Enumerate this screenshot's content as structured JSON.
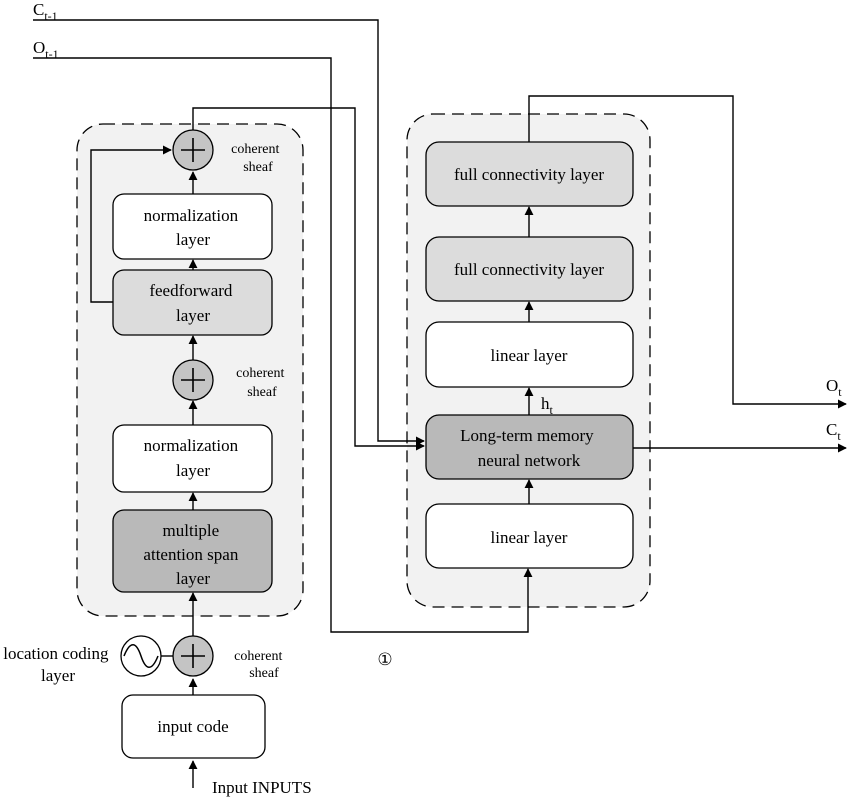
{
  "inputs": {
    "c_prev": {
      "main": "C",
      "sub": "t-1"
    },
    "o_prev": {
      "main": "O",
      "sub": "t-1"
    },
    "input": "Input INPUTS"
  },
  "encoder": {
    "input_code": "input code",
    "location_coding": [
      "location coding",
      "layer"
    ],
    "sheaf_label": [
      "coherent",
      "sheaf"
    ],
    "attention": [
      "multiple",
      "attention span",
      "layer"
    ],
    "normalization": [
      "normalization",
      "layer"
    ],
    "feedforward": [
      "feedforward",
      "layer"
    ]
  },
  "decoder": {
    "linear": "linear layer",
    "lstm": [
      "Long-term memory",
      "neural network"
    ],
    "full_connectivity": "full connectivity layer",
    "hidden": {
      "main": "h",
      "sub": "t"
    }
  },
  "outputs": {
    "o_t": {
      "main": "O",
      "sub": "t"
    },
    "c_t": {
      "main": "C",
      "sub": "t"
    }
  },
  "marker": "①"
}
